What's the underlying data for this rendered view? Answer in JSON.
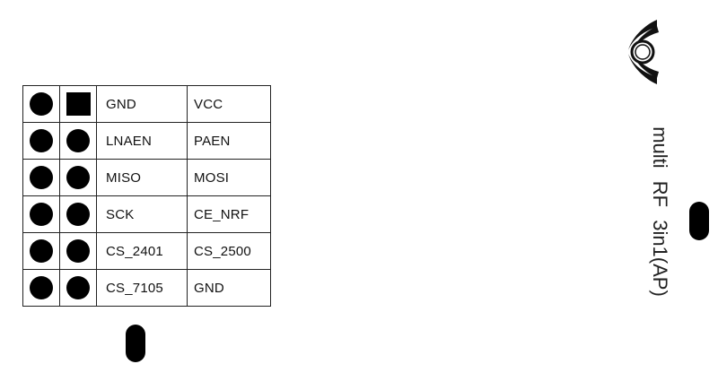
{
  "board": {
    "label": "multi RF 3in1(AP)"
  },
  "pinout": {
    "rows": [
      {
        "pad_a": "circle",
        "pad_b": "square",
        "signal_left": "GND",
        "signal_right": "VCC"
      },
      {
        "pad_a": "circle",
        "pad_b": "circle",
        "signal_left": "LNAEN",
        "signal_right": "PAEN"
      },
      {
        "pad_a": "circle",
        "pad_b": "circle",
        "signal_left": "MISO",
        "signal_right": "MOSI"
      },
      {
        "pad_a": "circle",
        "pad_b": "circle",
        "signal_left": "SCK",
        "signal_right": "CE_NRF"
      },
      {
        "pad_a": "circle",
        "pad_b": "circle",
        "signal_left": "CS_2401",
        "signal_right": "CS_2500"
      },
      {
        "pad_a": "circle",
        "pad_b": "circle",
        "signal_left": "CS_7105",
        "signal_right": "GND"
      }
    ]
  },
  "icons": [
    "winged-logo-icon",
    "mounting-slot-icon"
  ]
}
